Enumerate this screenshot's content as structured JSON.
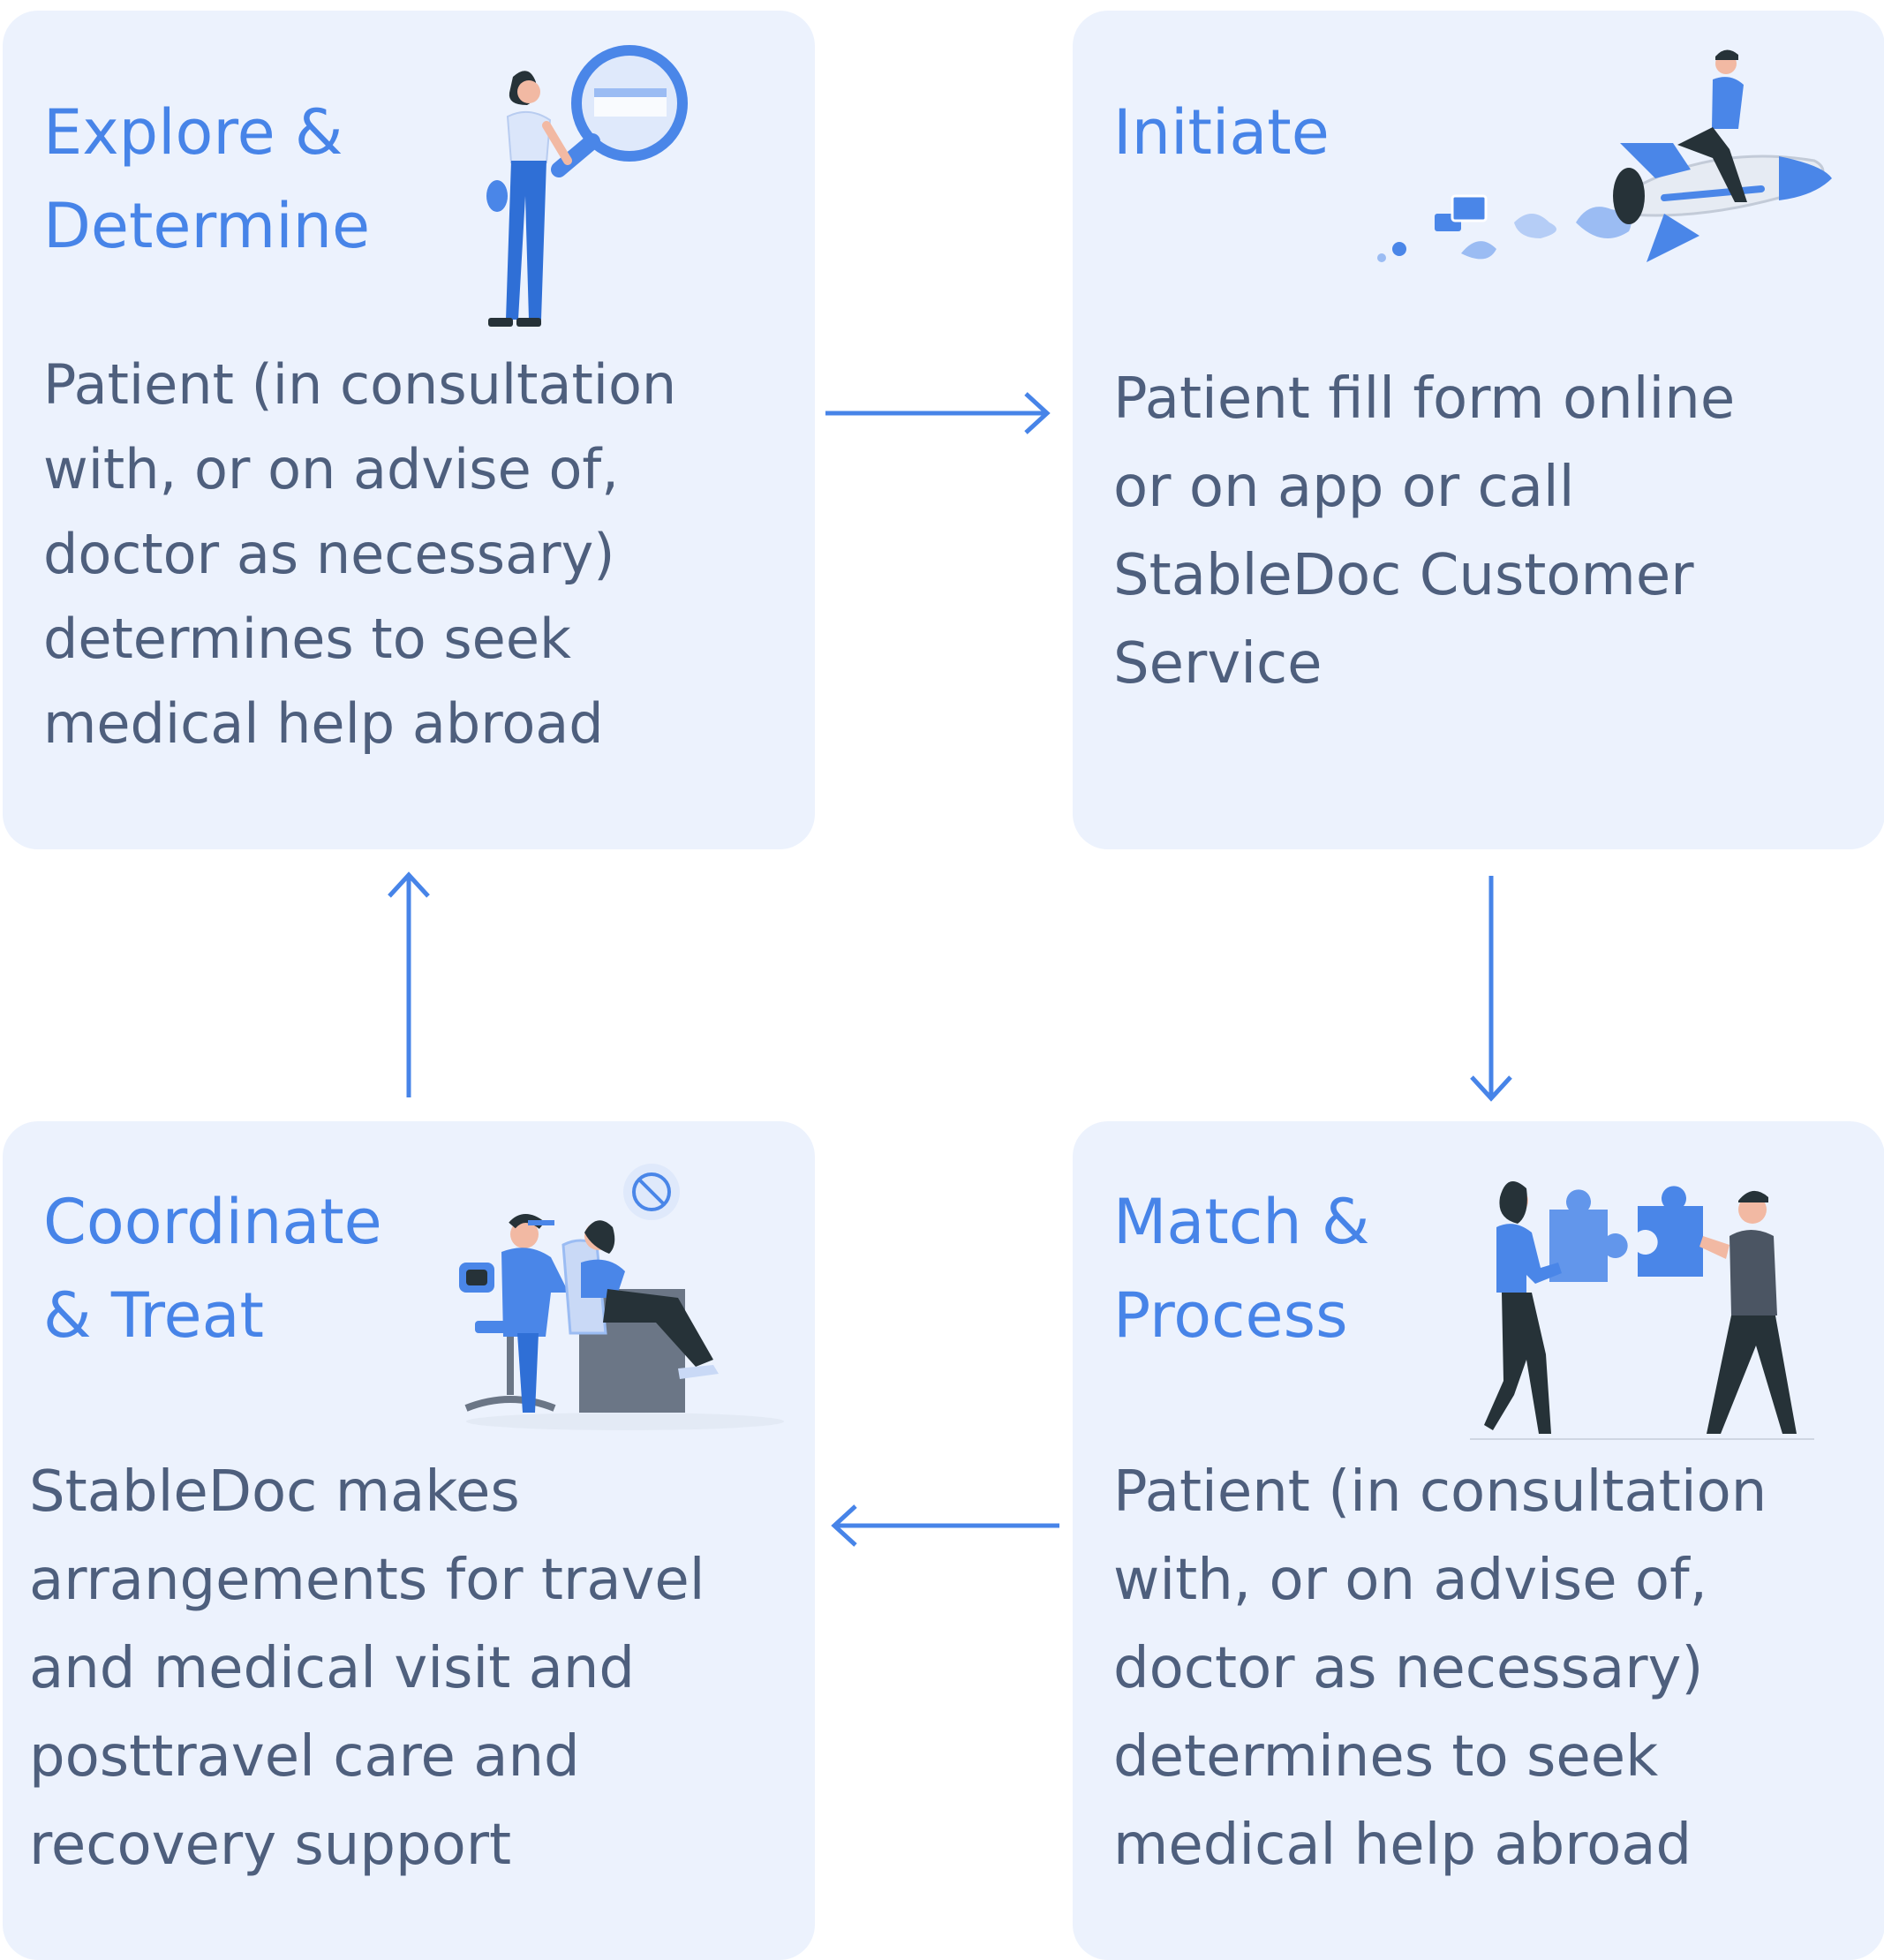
{
  "steps": [
    {
      "title": "Explore &\nDetermine",
      "body": "Patient (in consultation\nwith, or on advise of,\ndoctor as necessary)\ndetermines to seek\nmedical help abroad",
      "illustration": "woman-with-magnifying-glass"
    },
    {
      "title": "Initiate",
      "body": "Patient fill form online\nor on app or call\nStableDoc Customer\nService",
      "illustration": "man-riding-rocket"
    },
    {
      "title": "Coordinate\n& Treat",
      "body": "StableDoc makes\narrangements for travel\nand  medical visit and\nposttravel care and\nrecovery support",
      "illustration": "doctor-treating-patient"
    },
    {
      "title": "Match &\nProcess",
      "body": "Patient (in consultation\nwith, or on advise of,\ndoctor as necessary)\ndetermines to seek\nmedical help abroad",
      "illustration": "people-joining-puzzle-pieces"
    }
  ],
  "colors": {
    "card_background": "#ecf2fd",
    "title": "#4784e8",
    "body_text": "#4e5f7d",
    "arrow": "#4784e8",
    "illustration_blue": "#4a86e8",
    "illustration_dark": "#263238"
  }
}
